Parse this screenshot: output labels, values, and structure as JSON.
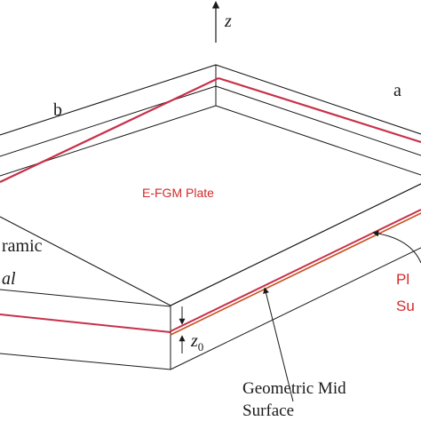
{
  "labels": {
    "z_axis": "z",
    "edge_b": "b",
    "edge_a": "a",
    "plate_name": "E-FGM Plate",
    "top_layer": "ramic",
    "bottom_layer": "al",
    "z0_main": "z",
    "z0_sub": "0",
    "physical_line1": "Pl",
    "physical_line2": "Su",
    "geometric_line1": "Geometric Mid",
    "geometric_line2": "Surface"
  },
  "colors": {
    "stroke": "#1a1a1a",
    "mid_surface_red": "#c8304a",
    "physical_mid_orange": "#c8501e",
    "plate_label": "#d42a2a",
    "background": "#ffffff"
  }
}
